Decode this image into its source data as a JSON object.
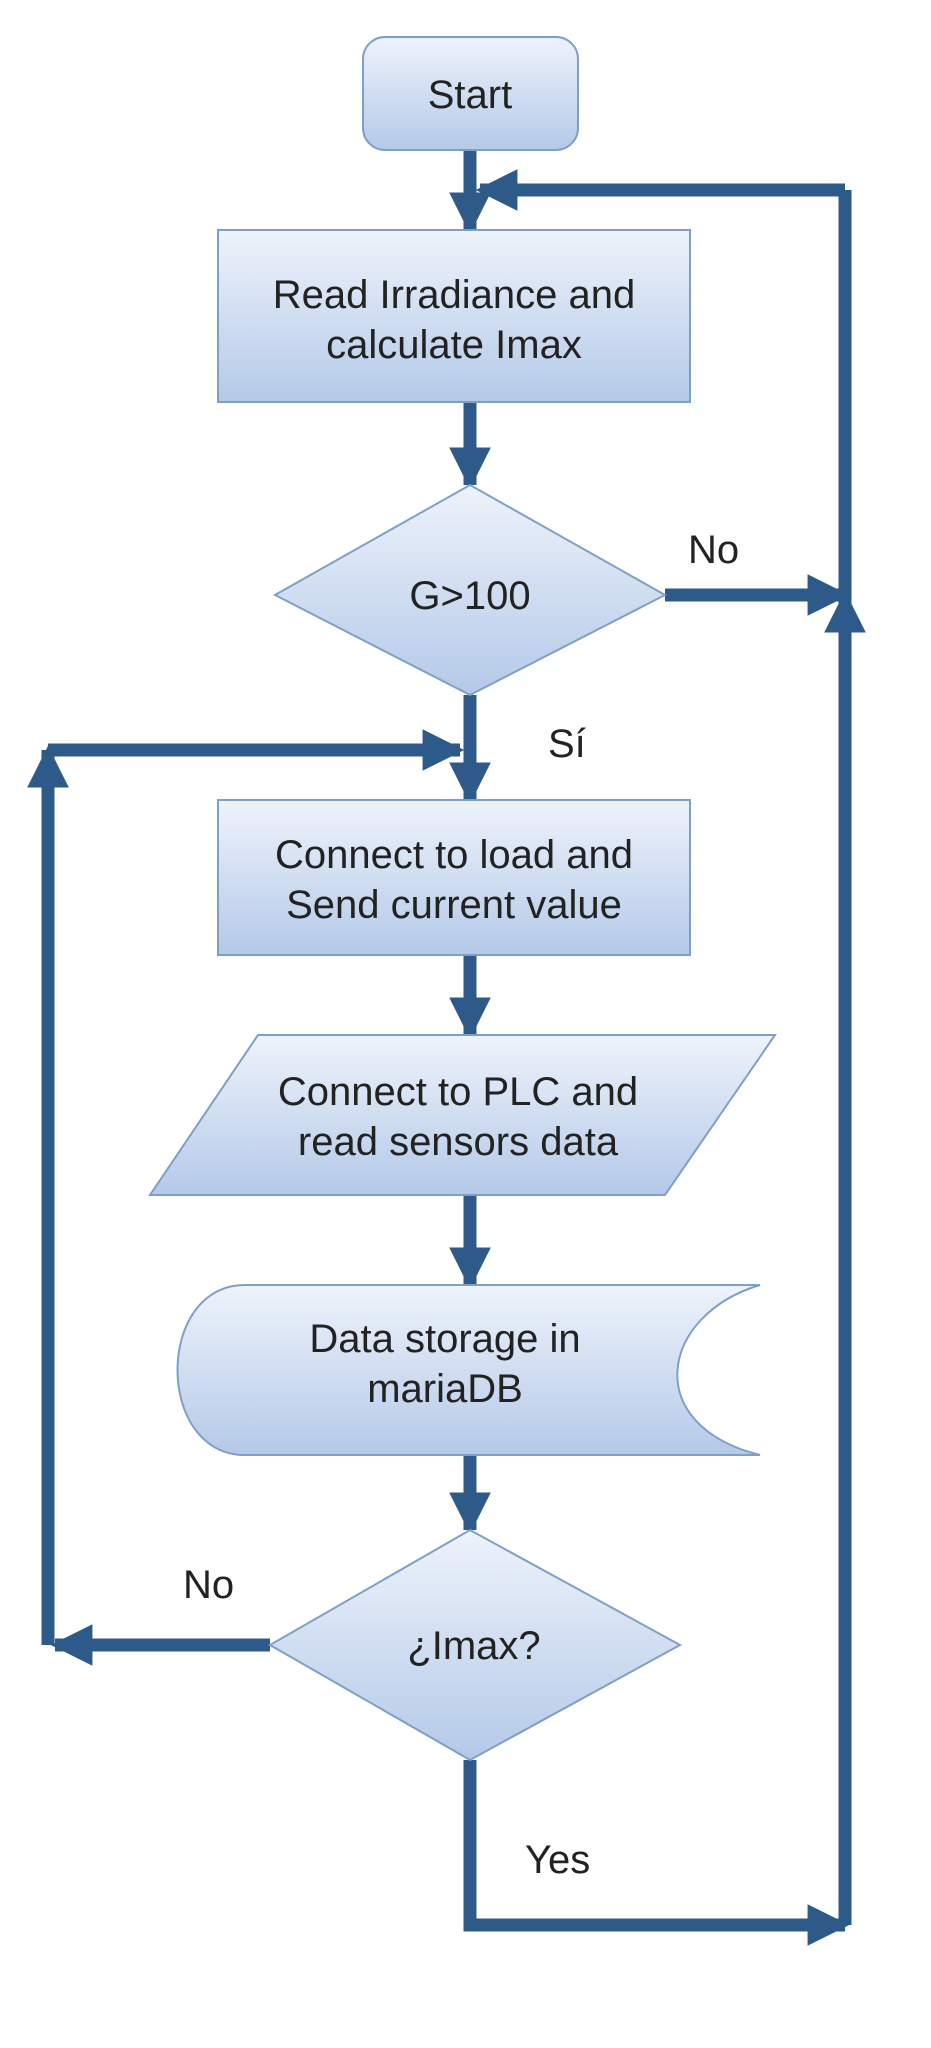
{
  "nodes": {
    "start": "Start",
    "read_irradiance": [
      "Read Irradiance and",
      "calculate Imax"
    ],
    "decision_g": "G>100",
    "connect_load": [
      "Connect to load and",
      "Send current value"
    ],
    "connect_plc": [
      "Connect to PLC and",
      "read sensors data"
    ],
    "data_storage": [
      "Data storage in",
      "mariaDB"
    ],
    "decision_imax": "¿Imax?"
  },
  "edge_labels": {
    "g_no": "No",
    "g_yes": "Sí",
    "imax_no": "No",
    "imax_yes": "Yes"
  },
  "colors": {
    "line": "#2e5a8a",
    "fill_top": "#eef3fb",
    "fill_bottom": "#b4c9e8",
    "border": "#7f9fc8"
  }
}
